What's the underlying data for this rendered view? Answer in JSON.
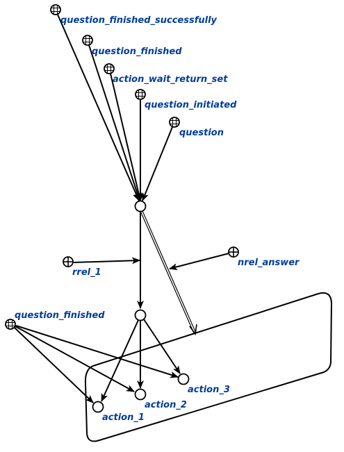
{
  "style": {
    "label_color": "#003d99",
    "stroke_color": "#000000"
  },
  "nodes": {
    "question_finished_successfully": {
      "label": "question_finished_successfully",
      "kind": "class-node"
    },
    "question_finished_top": {
      "label": "question_finished",
      "kind": "class-node"
    },
    "action_wait_return_set": {
      "label": "action_wait_return_set",
      "kind": "class-node"
    },
    "question_initiated": {
      "label": "question_initiated",
      "kind": "class-node"
    },
    "question": {
      "label": "question",
      "kind": "class-node"
    },
    "rrel_1": {
      "label": "rrel_1",
      "kind": "role-relation-node"
    },
    "nrel_answer": {
      "label": "nrel_answer",
      "kind": "non-role-relation-node"
    },
    "question_finished_left": {
      "label": "question_finished",
      "kind": "class-node"
    },
    "action_1": {
      "label": "action_1",
      "kind": "element-node"
    },
    "action_2": {
      "label": "action_2",
      "kind": "element-node"
    },
    "action_3": {
      "label": "action_3",
      "kind": "element-node"
    }
  },
  "edges": [
    {
      "from": "question_finished_successfully",
      "to": "question_node",
      "type": "membership-arc"
    },
    {
      "from": "question_finished_top",
      "to": "question_node",
      "type": "membership-arc"
    },
    {
      "from": "action_wait_return_set",
      "to": "question_node",
      "type": "membership-arc"
    },
    {
      "from": "question_initiated",
      "to": "question_node",
      "type": "membership-arc"
    },
    {
      "from": "question",
      "to": "question_node",
      "type": "membership-arc"
    },
    {
      "from": "question_node",
      "to": "set_node",
      "type": "membership-arc"
    },
    {
      "from": "rrel_1",
      "to": "question_node-set_node",
      "type": "attribute-arc"
    },
    {
      "from": "question_node",
      "to": "answer_contour",
      "type": "common-arc"
    },
    {
      "from": "nrel_answer",
      "to": "question_node-answer_contour",
      "type": "attribute-arc"
    },
    {
      "from": "set_node",
      "to": "action_1",
      "type": "membership-arc"
    },
    {
      "from": "set_node",
      "to": "action_2",
      "type": "membership-arc"
    },
    {
      "from": "set_node",
      "to": "action_3",
      "type": "membership-arc"
    },
    {
      "from": "question_finished_left",
      "to": "action_1",
      "type": "membership-arc"
    },
    {
      "from": "question_finished_left",
      "to": "action_2",
      "type": "membership-arc"
    },
    {
      "from": "question_finished_left",
      "to": "action_3",
      "type": "membership-arc"
    }
  ]
}
